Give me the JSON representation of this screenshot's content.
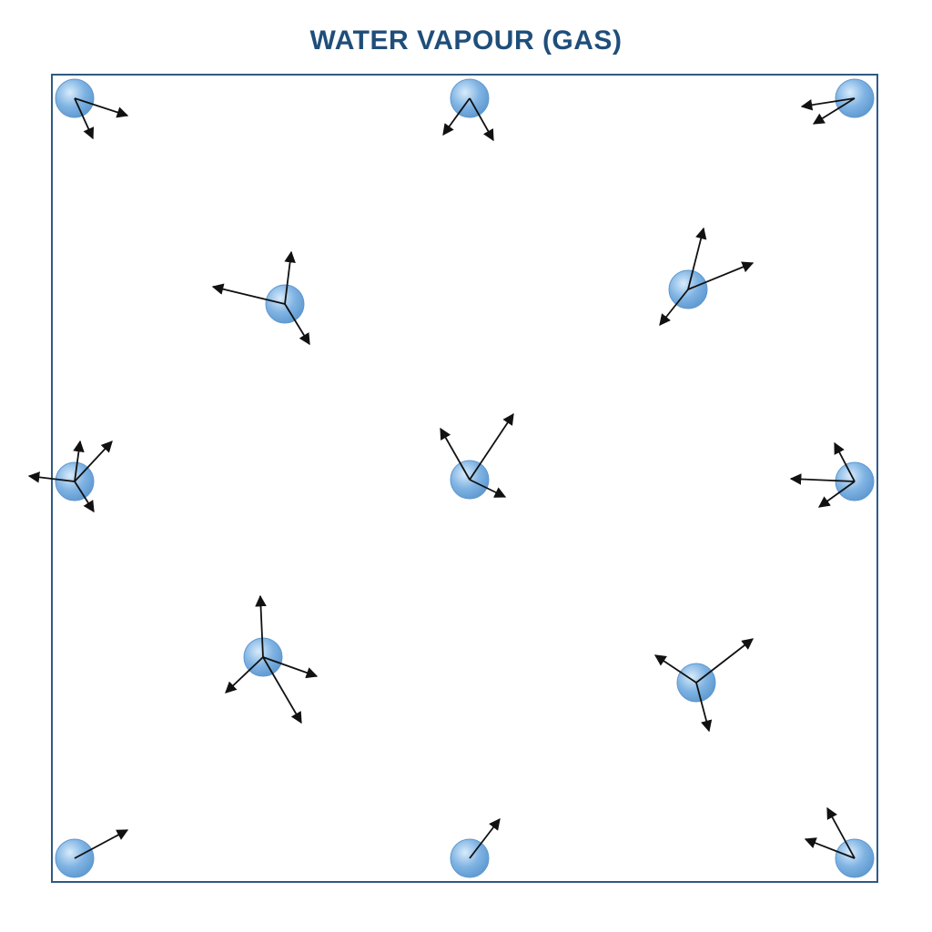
{
  "title": "WATER VAPOUR (GAS)",
  "colors": {
    "title": "#1f4e7a",
    "container_border": "#2f5a84",
    "molecule_fill": "#7fb3e3",
    "molecule_highlight": "#d8ebfb",
    "molecule_edge": "#5e98cf",
    "arrow": "#111111"
  },
  "molecule_count": 13,
  "molecule_arrow_counts": [
    2,
    2,
    2,
    3,
    3,
    4,
    3,
    3,
    4,
    3,
    1,
    1,
    2
  ]
}
